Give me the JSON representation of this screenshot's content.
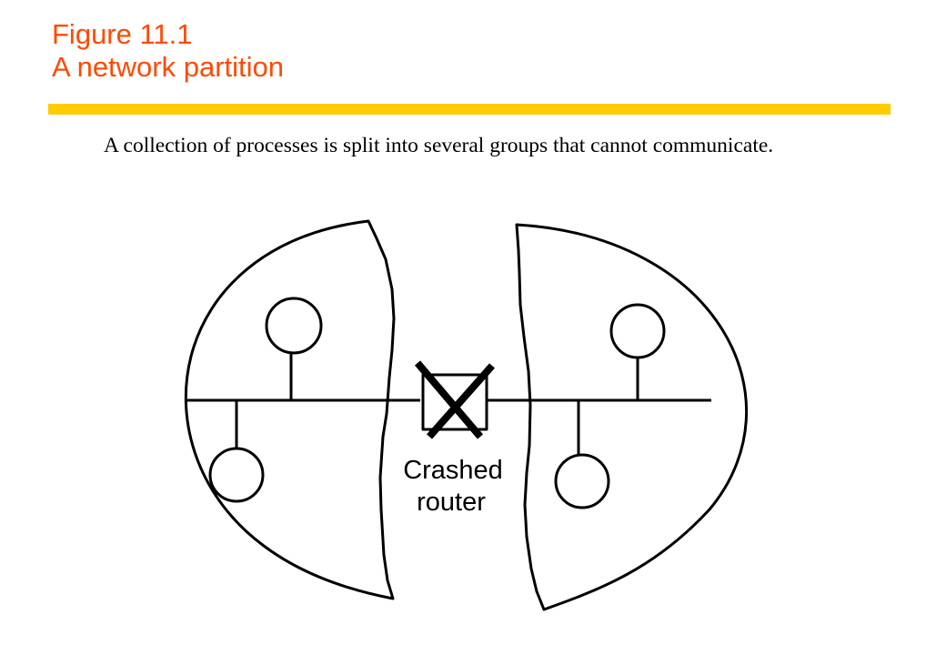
{
  "slide": {
    "figure_number": "Figure 11.1",
    "figure_title": "A network partition",
    "caption": "A collection of processes is split into several groups that cannot communicate."
  },
  "diagram": {
    "router_label_line1": "Crashed",
    "router_label_line2": "router"
  },
  "colors": {
    "title": "#ff4a00",
    "rule": "#ffcc00"
  }
}
